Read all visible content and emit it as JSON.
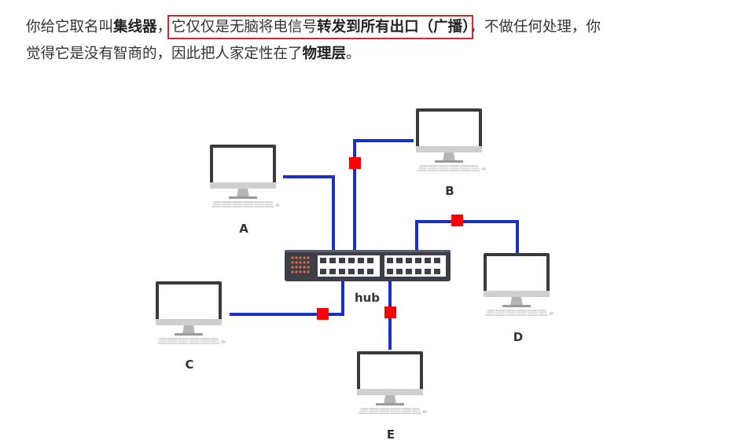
{
  "paragraph": {
    "line1": {
      "seg1": "你给它取名叫",
      "seg2_bold": "集线器",
      "seg3": "，",
      "hl_plain": "它仅仅是无脑将电信号",
      "hl_bold": "转发到所有出口（广播）",
      "seg4": "，不做任何处理，你"
    },
    "line2": {
      "seg1": "觉得它是没有智商的，因此把人家定性在了",
      "seg2_bold": "物理层",
      "seg3": "。"
    }
  },
  "diagram": {
    "hub_label": "hub",
    "computers": [
      {
        "id": "A",
        "label": "A"
      },
      {
        "id": "B",
        "label": "B"
      },
      {
        "id": "C",
        "label": "C"
      },
      {
        "id": "D",
        "label": "D"
      },
      {
        "id": "E",
        "label": "E"
      }
    ],
    "colors": {
      "cable": "#1a2fc8",
      "signal": "#ff0000",
      "hub_body": "#3c3f47",
      "hub_ports": "#ffffff",
      "hub_leds": "#e06a3c",
      "monitor_frame": "#3a3a3a",
      "monitor_stand": "#b5b5b5",
      "highlight_box": "#d9252c"
    }
  }
}
